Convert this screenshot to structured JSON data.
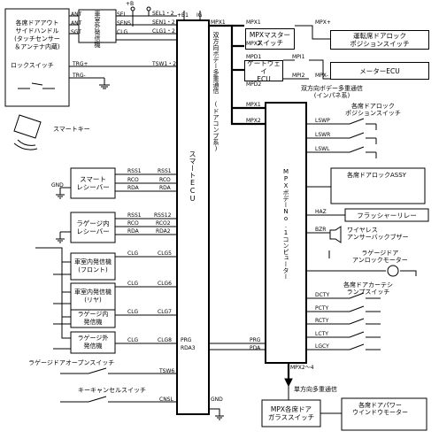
{
  "outside_handle": "各席ドアアウト\nサイドハンドル\n(タッチセンサー\n＆アンテナ内蔵)",
  "lock_switch": "ロックスイッチ",
  "smart_key": "スマートキー",
  "exterior_transmitter": "車室外発信機",
  "smart_ecu": "スマートECU",
  "mpx_master_switch": "MPXマスター\nスイッチ",
  "driver_lock_position_switch": "運転席ドアロック\nポジションスイッチ",
  "gateway_ecu": "ゲートウェイ\nECU",
  "meter_ecu": "メーターECU",
  "body_network_label": "双方向ボデー多重通信\n(インパネ系)",
  "door_network_label": "双方向ボデー多重通信\n(ドアコンプ系)",
  "mpx_body_computer": "MPXボデーNo.1コンピューター",
  "door_lock_position_switches": "各席ドアロック\nポジションスイッチ",
  "door_lock_assy": "各席ドアロックASSY",
  "flasher_relay": "フラッシャーリレー",
  "wireless_buzzer": "ワイヤレス\nアンサーバックブザー",
  "luggage_door_lock_motor": "ラゲージドア\nアンロックモーター",
  "door_courtesy_switches": "各席ドアカーテシ\nランプスイッチ",
  "smart_receiver": "スマート\nレシーバー",
  "luggage_receiver": "ラゲージ内\nレシーバー",
  "interior_front": "車室内発信機\n(フロント)",
  "interior_rear": "車室内発信機\n(リヤ)",
  "luggage_transmitter": "ラゲージ内\n発信機",
  "luggage_ext_transmitter": "ラゲージ外\n発信機",
  "luggage_open_switch": "ラゲージドアオープンスイッチ",
  "key_cancel_switch": "キーキャンセルスイッチ",
  "one_way_network": "単方向多重通信",
  "mpx_door_glass_switch": "MPX各席ドア\nガラススイッチ",
  "power_window_motor": "各席ドアパワー\nウインドウモーター",
  "pins": {
    "ant": "ANT",
    "sel": "SEL",
    "ant2": "ANT",
    "sens": "SENS",
    "sgt": "SGT",
    "clg": "CLG",
    "trg_plus": "TRG+",
    "trg_minus": "TRG-",
    "plus_b": "+B",
    "plus_b2": "+B1",
    "ig": "IG",
    "sel12": "SEL1・2",
    "sen12": "SEN1・2",
    "clg12": "CLG1・2",
    "tsw12": "TSW1・2",
    "mpx1a": "MPX1",
    "mpx1b": "MPX1",
    "mpx2a": "MPX2",
    "mpx_plus": "MPX+",
    "mpx_minus": "MPX-",
    "mpi1": "MPI1",
    "mpi2": "MPI2",
    "mpd1": "MPD1",
    "mpd2": "MPD2",
    "mpx1c": "MPX1",
    "mpx2c": "MPX2",
    "lswp": "LSWP",
    "lswr": "LSWR",
    "lswl": "LSWL",
    "haz": "HAZ",
    "bzr": "BZR",
    "dcty": "DCTY",
    "pcty": "PCTY",
    "rcty": "RCTY",
    "lcty": "LCTY",
    "lgcy": "LGCY",
    "rss1": "RSS1",
    "rss1b": "RSS1",
    "rco": "RCO",
    "rcob": "RCO",
    "rda": "RDA",
    "rdab": "RDA",
    "rss1c": "RSS1",
    "rss12": "RSS12",
    "rco2": "RCO",
    "rco2b": "RCO2",
    "rda2": "RDA",
    "rda2b": "RDA2",
    "clg5a": "CLG",
    "clg5": "CLG5",
    "clg6a": "CLG",
    "clg6": "CLG6",
    "clg7a": "CLG",
    "clg7": "CLG7",
    "clg8a": "CLG",
    "clg8": "CLG8",
    "gnd": "GND",
    "prg": "PRG",
    "prgb": "PRG",
    "rda3": "RDA3",
    "pda": "PDA",
    "tsw6": "TSW6",
    "cnsl": "CNSL",
    "gnd_ecu": "GND",
    "mpx24": "MPX2～4"
  }
}
